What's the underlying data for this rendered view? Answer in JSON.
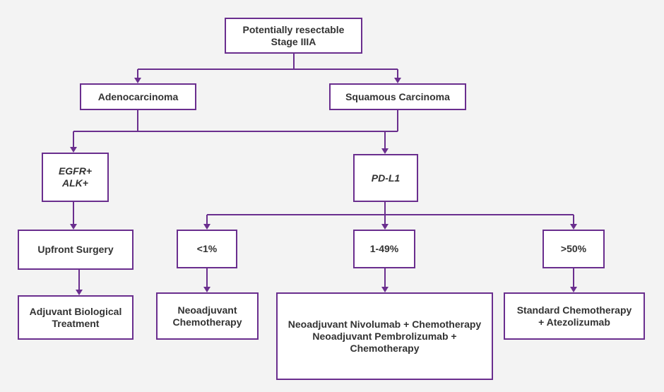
{
  "nodes": {
    "root": "Potentially resectable\nStage IIIA",
    "adenocarcinoma": "Adenocarcinoma",
    "squamous": "Squamous Carcinoma",
    "egfr_alk": "EGFR+\nALK+",
    "pdl1": "PD-L1",
    "upfront_surgery": "Upfront Surgery",
    "lt1": "<1%",
    "range_1_49": "1-49%",
    "gt50": ">50%",
    "adjuvant_bio": "Adjuvant Biological\nTreatment",
    "neoadj_chemo": "Neoadjuvant\nChemotherapy",
    "neoadj_immuno": "Neoadjuvant Nivolumab + Chemotherapy\nNeoadjuvant Pembrolizumab +\nChemotherapy",
    "standard_chemo": "Standard Chemotherapy\n+ Atezolizumab"
  },
  "colors": {
    "line": "#6a2e8e",
    "box_fill": "#ffffff",
    "background": "#f3f3f3",
    "text": "#333333"
  }
}
